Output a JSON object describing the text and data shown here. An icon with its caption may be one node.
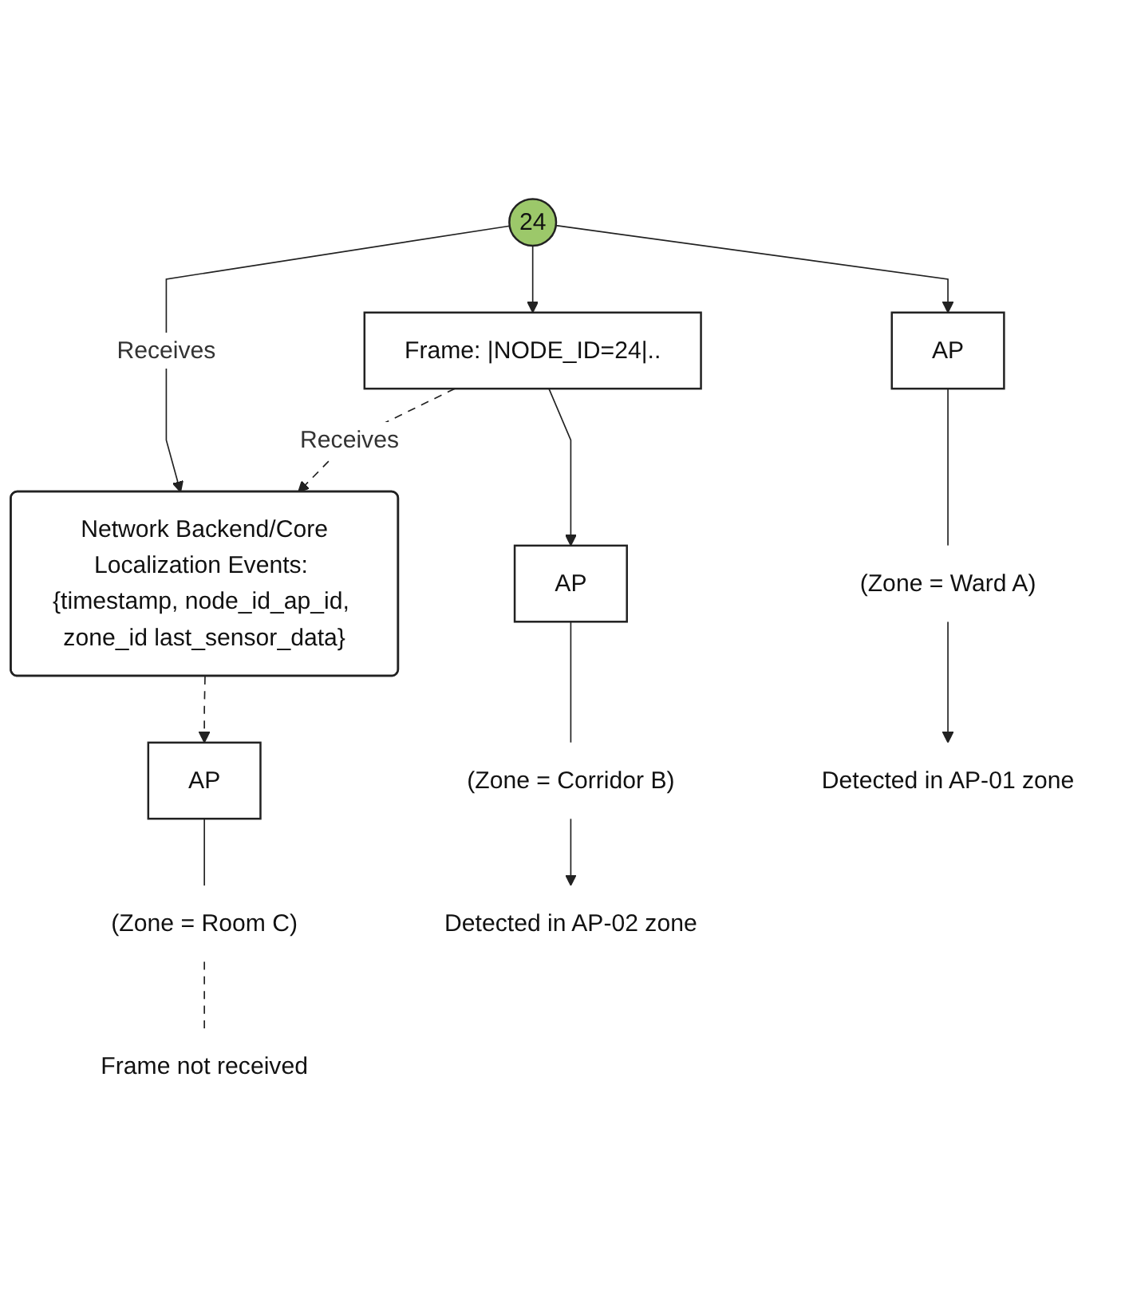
{
  "diagram": {
    "nodes": [
      {
        "text": [
          "Network Backend/Core",
          "Localization Events: {timestamp, node_id_ap_id, zone_id last_sensor_data}"
        ]
      },
      {
        "text": [
          "24"
        ]
      },
      {
        "text": [
          "Frame: |NODE_ID=24|.."
        ]
      },
      {
        "text": [
          "AP"
        ]
      },
      {
        "text": [
          "AP"
        ]
      },
      {
        "text": [
          "AP"
        ]
      },
      {
        "text": [
          "(Zone = Ward A)"
        ]
      },
      {
        "text": [
          "(Zone = Corridor B)"
        ]
      },
      {
        "text": [
          "(Zone = Room C)"
        ]
      },
      {
        "text": [
          "Detected in AP-01 zone"
        ]
      },
      {
        "text": [
          "Detected in AP-02 zone"
        ]
      },
      {
        "text": [
          "Frame not received"
        ]
      }
    ],
    "edges": [
      {
        "from": 1,
        "to": 0,
        "arrow": "to",
        "label": "Receives"
      },
      {
        "from": 2,
        "to": 0,
        "arrow": "to",
        "label": "Receives",
        "style": "dashed"
      },
      {
        "from": 0,
        "to": 5,
        "arrow": "to",
        "style": "dashed"
      },
      {
        "from": 1,
        "to": 2,
        "arrow": "to"
      },
      {
        "from": 1,
        "to": 3,
        "arrow": "to"
      },
      {
        "from": 2,
        "to": 4,
        "arrow": "to"
      },
      {
        "from": 3,
        "to": 6,
        "arrow": "none"
      },
      {
        "from": 4,
        "to": 7,
        "arrow": "none"
      },
      {
        "from": 5,
        "to": 8,
        "arrow": "none"
      },
      {
        "from": 6,
        "to": 9,
        "arrow": "to"
      },
      {
        "from": 7,
        "to": 10,
        "arrow": "to"
      },
      {
        "from": 8,
        "to": 11,
        "arrow": "none",
        "style": "dashed"
      }
    ]
  }
}
